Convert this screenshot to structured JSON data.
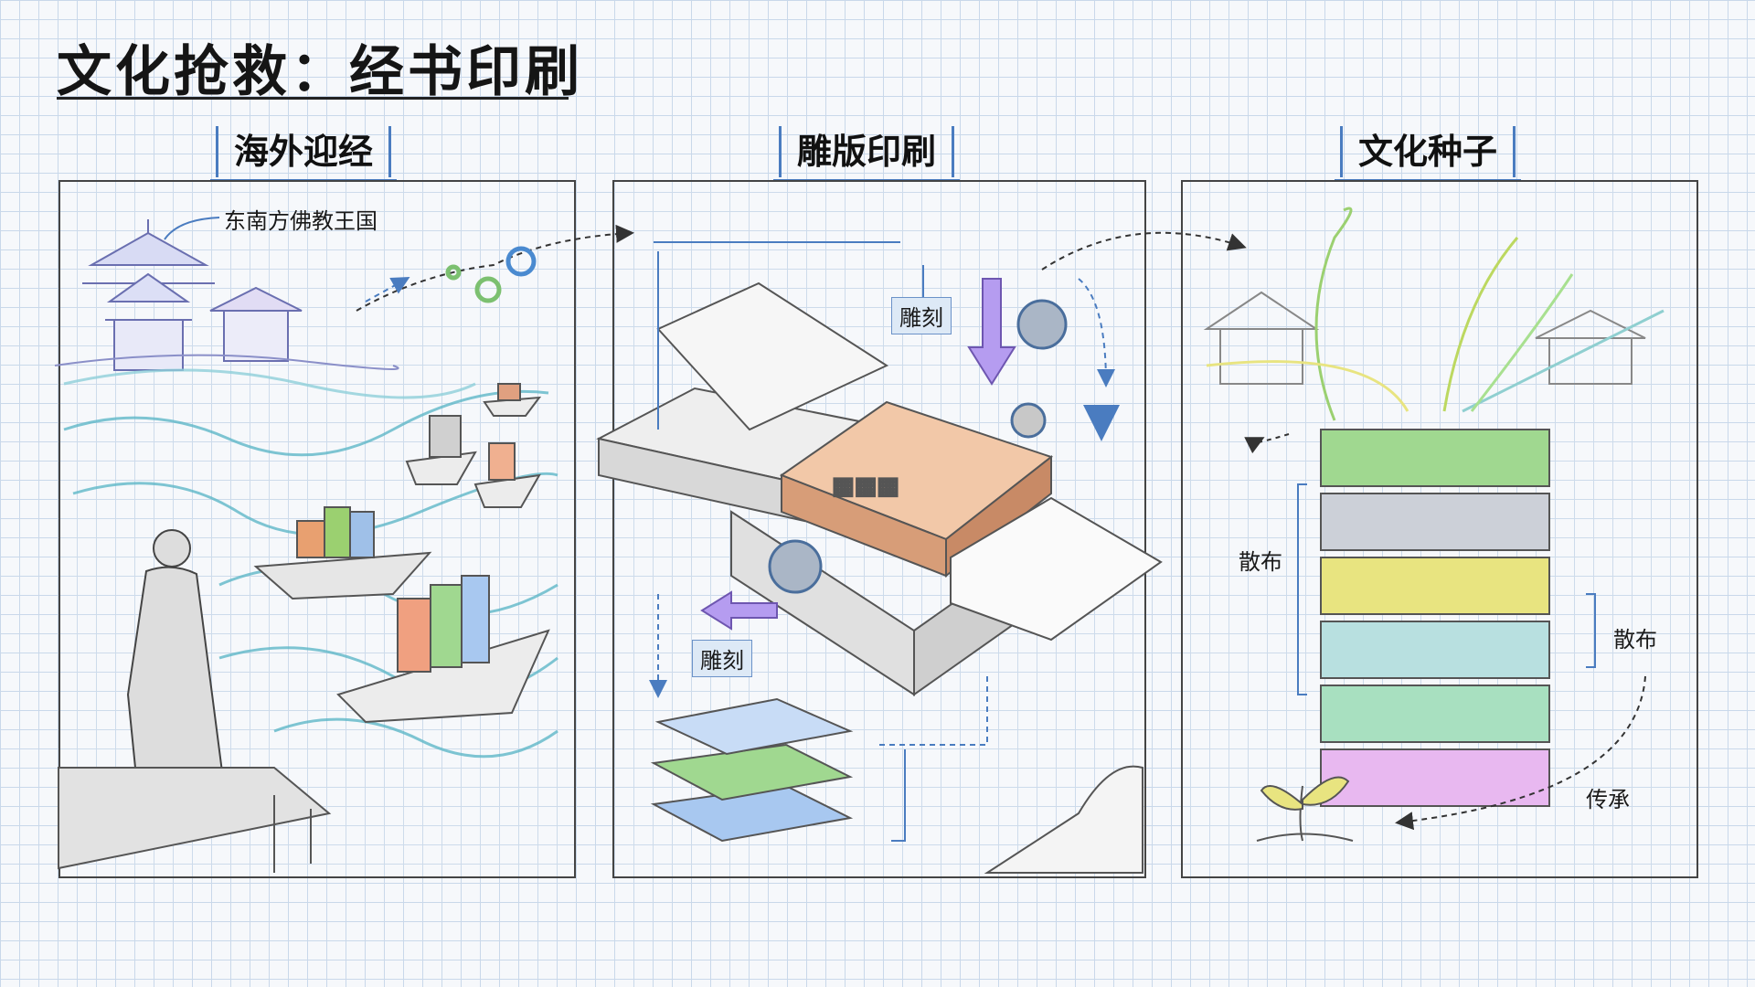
{
  "title": "文化抢救：经书印刷",
  "panels": [
    {
      "title": "海外迎经",
      "labels": {
        "kingdom": "东南方佛教王国"
      }
    },
    {
      "title": "雕版印刷",
      "labels": {
        "carve_top": "雕刻",
        "carve_bottom": "雕刻"
      }
    },
    {
      "title": "文化种子",
      "labels": {
        "spread_left": "散布",
        "spread_right": "散布",
        "inherit": "传承"
      }
    }
  ],
  "colors": {
    "grid": "#c9d8ea",
    "accent_blue": "#4a7cc0",
    "wave": "#5fb8c8",
    "purple": "#9b7be0",
    "orange": "#e8a070",
    "green": "#9bd070"
  }
}
